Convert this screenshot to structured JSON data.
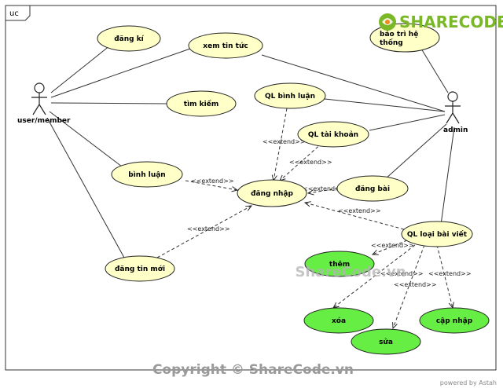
{
  "frame": {
    "tag": "uc"
  },
  "actors": {
    "user": {
      "label": "user/member"
    },
    "admin": {
      "label": "admin"
    }
  },
  "usecases": {
    "dang_ki": "đăng kí",
    "xem_tin_tuc": "xem tin tức",
    "bao_tri": [
      "bảo trì hệ",
      "thống"
    ],
    "tim_kiem": "tìm kiếm",
    "ql_binh_luan": "QL bình luận",
    "ql_tai_khoan": "QL tài khoản",
    "binh_luan": "bình luận",
    "dang_nhap": "đăng nhập",
    "dang_bai": "đăng bài",
    "ql_loai_bai_viet": "QL loại bài viết",
    "dang_tin_moi": "đăng tin mới",
    "them": "thêm",
    "xoa": "xóa",
    "sua": "sửa",
    "cap_nhap": "cập nhập"
  },
  "stereotype": "<<extend>>",
  "watermark": {
    "logo_text": "SHARECODE.vn",
    "center_text": "ShareCode.vn",
    "copyright": "Copyright © ShareCode.vn",
    "tool": "powered by Astah"
  },
  "colors": {
    "usecase_fill": "#ffffc8",
    "green_fill": "#66ee44",
    "stroke": "#222222",
    "logo_green": "#7ab828"
  }
}
